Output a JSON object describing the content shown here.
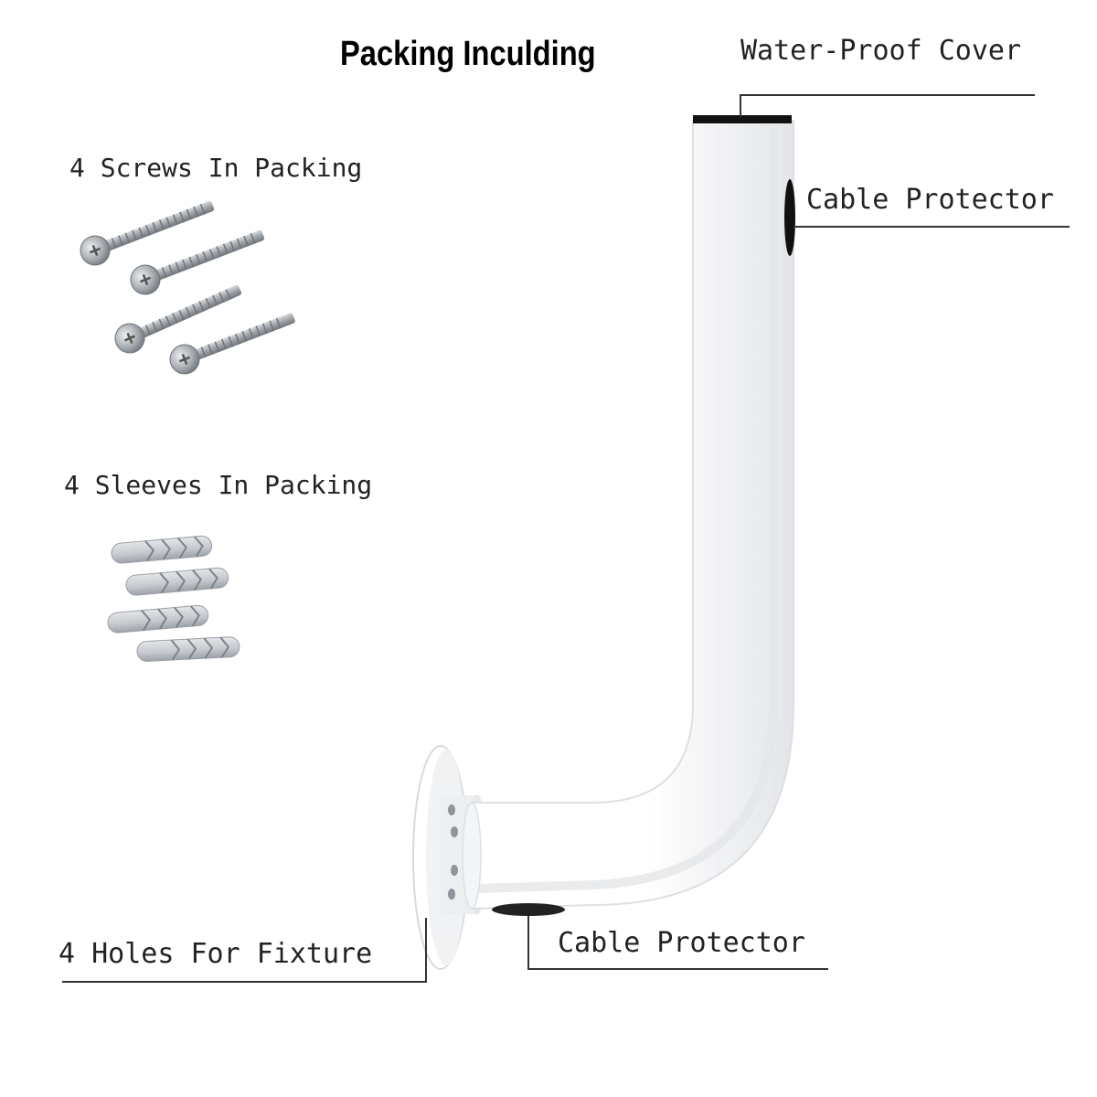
{
  "title": "Packing Inculding",
  "labels": {
    "screws": "4 Screws In Packing",
    "sleeves": "4 Sleeves In Packing",
    "waterproof_cover": "Water-Proof Cover",
    "cable_protector_top": "Cable Protector",
    "holes": "4 Holes For Fixture",
    "cable_protector_bottom": "Cable Protector"
  },
  "colors": {
    "bracket": "#ffffff",
    "bracket_shade": "#e6e8ea",
    "callout_line": "#333333",
    "screw_metal": "#a9adb2",
    "sleeve_plastic": "#c9cdd2"
  },
  "items": {
    "screw_count": 4,
    "sleeve_count": 4
  }
}
